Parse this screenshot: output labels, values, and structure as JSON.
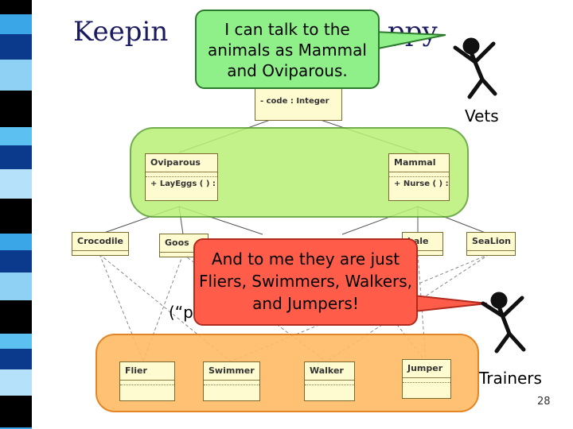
{
  "slide": {
    "title_visible": "Keepin",
    "title_suffix": "ppy",
    "page_number": "28",
    "partial_note": "(“p"
  },
  "callouts": {
    "vets": "I can talk to the animals as Mammal and Oviparous.",
    "trainers": "And to me they are just Fliers, Swimmers, Walkers, and Jumpers!"
  },
  "actors": {
    "vets_label": "Vets",
    "trainers_label": "Trainers"
  },
  "uml": {
    "animal_attribute": "- code : Integer",
    "oviparous": {
      "name": "Oviparous",
      "op": "+ LayEggs ( ) :"
    },
    "mammal": {
      "name": "Mammal",
      "op": "+ Nurse ( ) :"
    },
    "animals": [
      "Crocodile",
      "Goos",
      "",
      "hale",
      "SeaLion"
    ],
    "roles": [
      "Flier",
      "Swimmer",
      "Walker",
      "Jumper"
    ]
  },
  "colors": {
    "title": "#1a1a60",
    "vets_callout": "#8ff08a",
    "trainers_callout": "#ff5c4a",
    "green_group": "#b9f076",
    "orange_group": "#ffbb66"
  }
}
